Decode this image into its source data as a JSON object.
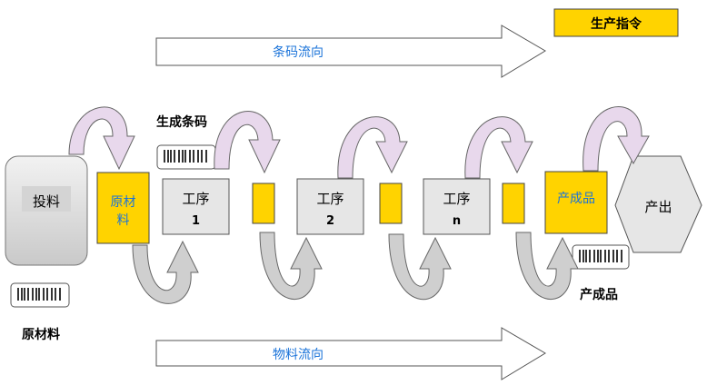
{
  "top_right": {
    "label": "生产指令"
  },
  "arrows": {
    "barcode_flow": "条码流向",
    "material_flow": "物料流向"
  },
  "captions": {
    "generate_barcode": "生成条码",
    "raw_material": "原材料",
    "finished_product": "产成品"
  },
  "nodes": {
    "feed": "投料",
    "raw_material_top": "原材",
    "raw_material_bottom": "料",
    "process1_top": "工序",
    "process1_bottom": "1",
    "process2_top": "工序",
    "process2_bottom": "2",
    "processn_top": "工序",
    "processn_bottom": "n",
    "finished": "产成品",
    "output": "产出"
  },
  "colors": {
    "yellow": "#ffd300",
    "gray_box": "#e6e6e6",
    "blue_text": "#1a73d9",
    "pink_arrow": "#e8d8ec",
    "gray_arrow": "#c8c8c8"
  }
}
